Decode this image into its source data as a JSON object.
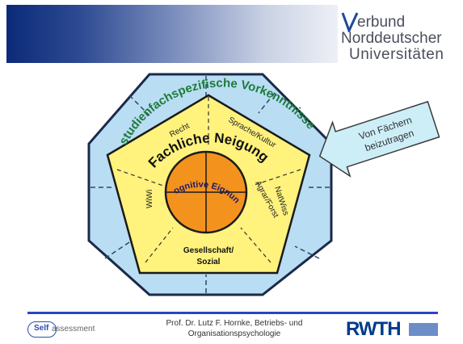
{
  "header": {
    "brand_line1": "erbund",
    "brand_line2": "Norddeutscher",
    "brand_line3": "Universitäten"
  },
  "diagram": {
    "outer_ring_label": "studienfachspezifische Vorkenntnisse",
    "middle_ring_label": "Fachliche Neigung",
    "inner_circle_label": "kognitive Eignung",
    "segments": {
      "recht": "Recht",
      "sprache_kultur": "Sprache/Kultur",
      "agrar_forst": "Agrar/Forst",
      "natwiss": "NatWiss",
      "wiwi": "WiWi",
      "gesellschaft_line1": "Gesellschaft/",
      "gesellschaft_line2": "Sozial"
    },
    "callout_line1": "Von Fächern",
    "callout_line2": "beizutragen"
  },
  "footer": {
    "self_brand_bold": "Self",
    "self_brand_rest": "assessment",
    "prof_line1": "Prof. Dr. Lutz F. Hornke, Betriebs- und",
    "prof_line2": "Organisationspsychologie",
    "rwth": "RWTH"
  },
  "colors": {
    "banner_start": "#0b2a78",
    "octagon_fill": "#b9ddf2",
    "pentagon_fill": "#fff27d",
    "circle_fill": "#f4921e",
    "outer_text": "#1d7a3a",
    "footer_line": "#2846c8"
  }
}
